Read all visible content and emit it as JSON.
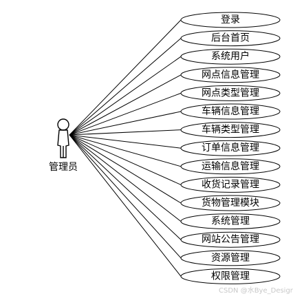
{
  "actor": {
    "label": "管理员",
    "icon": "stick-figure-icon"
  },
  "use_cases": [
    "登录",
    "后台首页",
    "系统用户",
    "网点信息管理",
    "网点类型管理",
    "车辆信息管理",
    "车辆类型管理",
    "订单信息管理",
    "运输信息管理",
    "收货记录管理",
    "货物管理模块",
    "系统管理",
    "网站公告管理",
    "资源管理",
    "权限管理"
  ],
  "watermark": "CSDN @水Bye_Desigr"
}
